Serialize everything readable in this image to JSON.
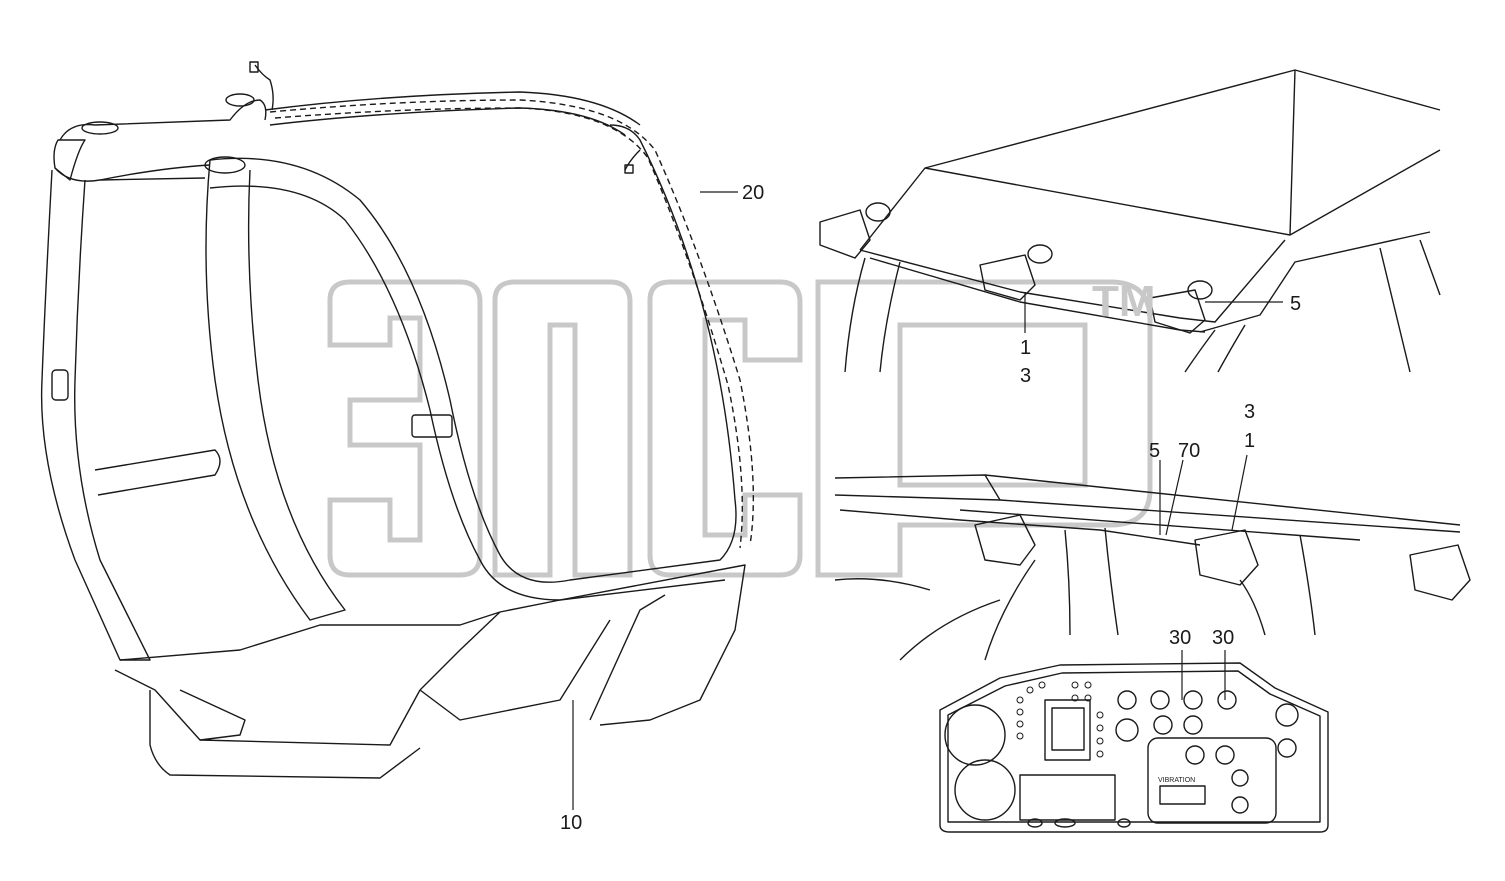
{
  "watermark": {
    "text": "эпср",
    "trademark": "TM"
  },
  "callouts": {
    "c20": "20",
    "c10": "10",
    "c1a": "1",
    "c3a": "3",
    "c5a": "5",
    "c3b": "3",
    "c1b": "1",
    "c5b": "5",
    "c70": "70",
    "c30a": "30",
    "c30b": "30"
  },
  "panel": {
    "vibration_label": "VIBRATION"
  },
  "colors": {
    "line": "#1a1a1a",
    "watermark": "#c8c8c8",
    "background": "#ffffff"
  }
}
